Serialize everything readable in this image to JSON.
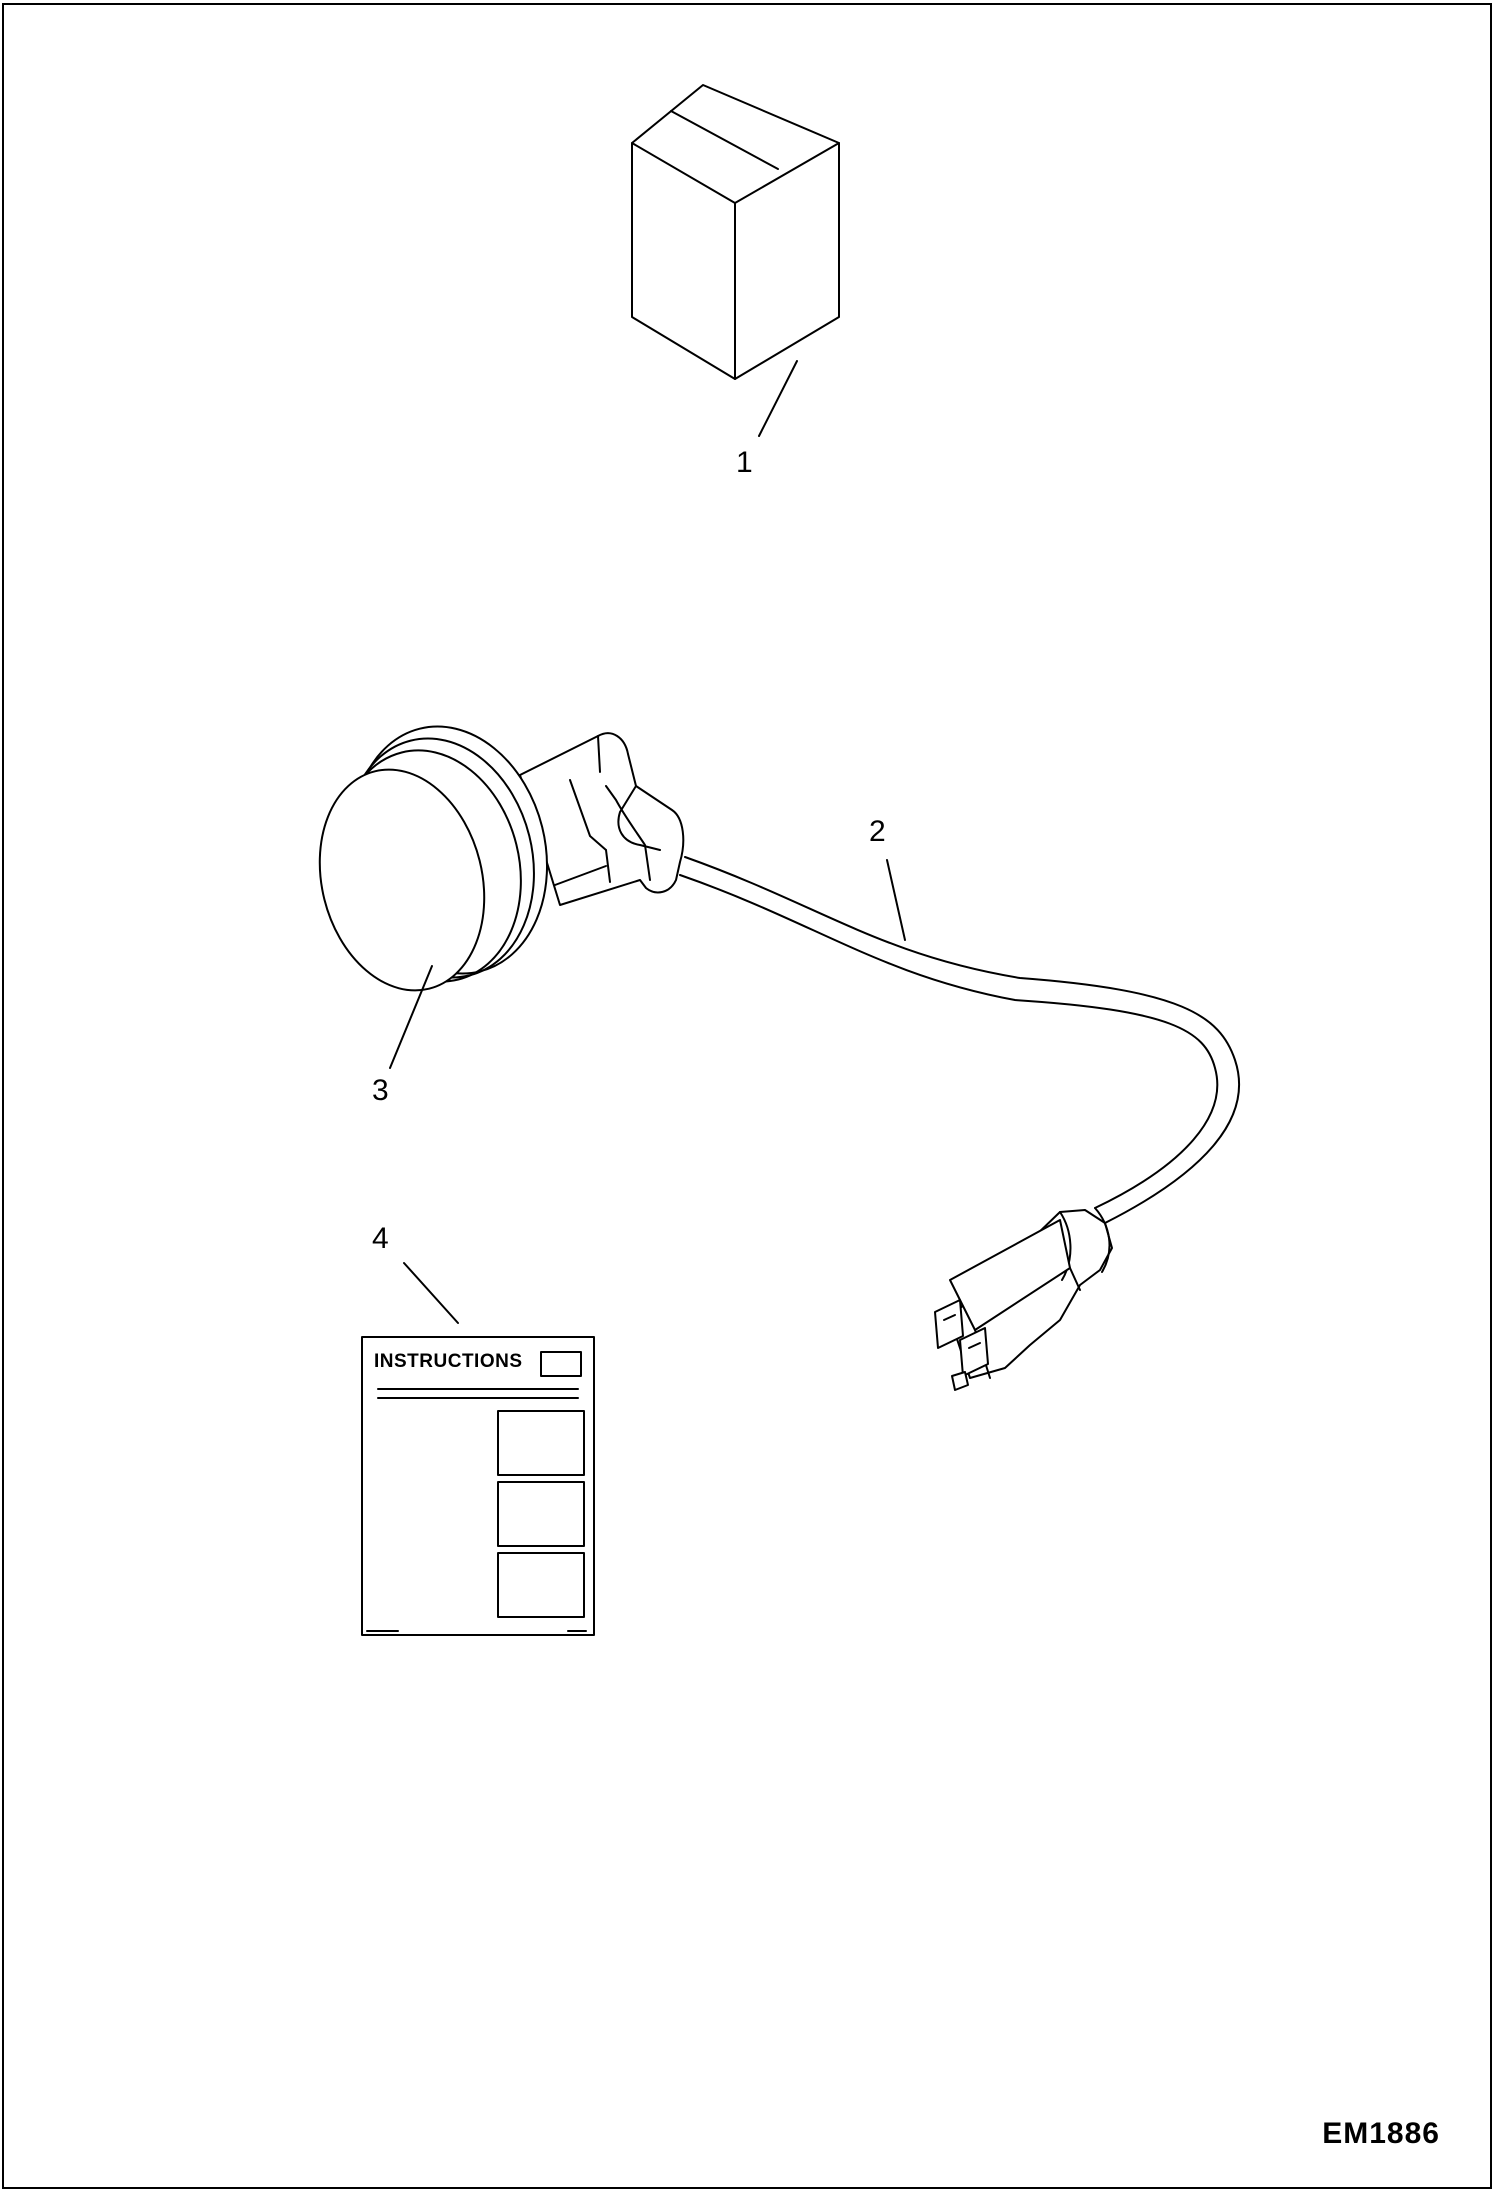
{
  "callouts": {
    "box": "1",
    "cord": "2",
    "heater": "3",
    "instructions": "4"
  },
  "instructions_sheet": {
    "title": "INSTRUCTIONS"
  },
  "figure_code": "EM1886",
  "colors": {
    "line": "#000000",
    "background": "#ffffff"
  }
}
